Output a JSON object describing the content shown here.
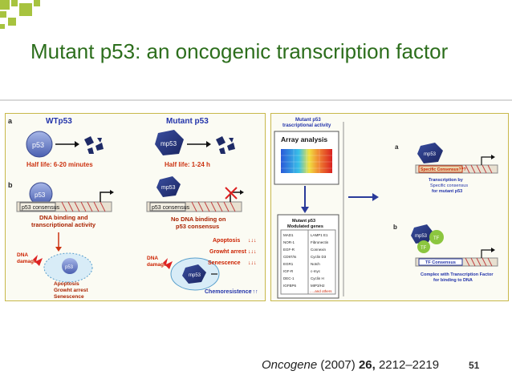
{
  "slide": {
    "title": "Mutant p53: an oncogenic transcription factor",
    "accent_color": "#a7c33f",
    "title_color": "#2c6e1c",
    "page_number": "51"
  },
  "citation": {
    "journal": "Oncogene",
    "year": "(2007)",
    "volume": "26,",
    "pages": "2212–2219"
  },
  "left_figure": {
    "label_a": "a",
    "label_b": "b",
    "wt_title": "WTp53",
    "mut_title": "Mutant p53",
    "p53": "p53",
    "mp53": "mp53",
    "wt_half_life": "Half life: 6-20 minutes",
    "mut_half_life": "Half life: 1-24 h",
    "p53_consensus": "p53 consensus",
    "wt_binding_1": "DNA binding and",
    "wt_binding_2": "transcriptional activity",
    "mut_binding_1": "No DNA binding on",
    "mut_binding_2": "p53 consensus",
    "dna_damage_1": "DNA",
    "dna_damage_2": "damage",
    "wt_outcomes": [
      "Apoptosis",
      "Growht arrest",
      "Senescence"
    ],
    "mut_outcomes": [
      {
        "label": "Apoptosis",
        "trend": "↓↓↓"
      },
      {
        "label": "Growht arrest",
        "trend": "↓↓↓"
      },
      {
        "label": "Senescence",
        "trend": "↓↓↓"
      },
      {
        "label": "Chemoresistence",
        "trend": "↑↑↑"
      }
    ]
  },
  "right_figure": {
    "header_1": "Mutant p53",
    "header_2": "trascriptional activity",
    "array_title": "Array analysis",
    "genes_title_1": "Mutant p53",
    "genes_title_2": "Modulated genes",
    "genes_left": [
      "MAD1",
      "NOR-1",
      "EGF-R",
      "CD97/Is",
      "EGR1",
      "IGF-R",
      "DEC-1",
      "IGFBP6"
    ],
    "genes_right": [
      "LAMP1 E1",
      "Fibronectin",
      "Connexin",
      "Cyclin D3",
      "Notch",
      "c-myc",
      "Cyclin H",
      "MIP3/H2"
    ],
    "genes_more": ".....and others",
    "label_a": "a",
    "label_b": "b",
    "mp53": "mp53",
    "tf": "TF",
    "specific_consensus": "Specific Consensus???",
    "transcription_by_1": "Transcription by",
    "transcription_by_2": "Specific consensus",
    "transcription_by_3": "for mutant p53",
    "tf_consensus": "TF Consensus",
    "complex_1": "Complex with Transcription Factor",
    "complex_2": "for binding to DNA"
  }
}
